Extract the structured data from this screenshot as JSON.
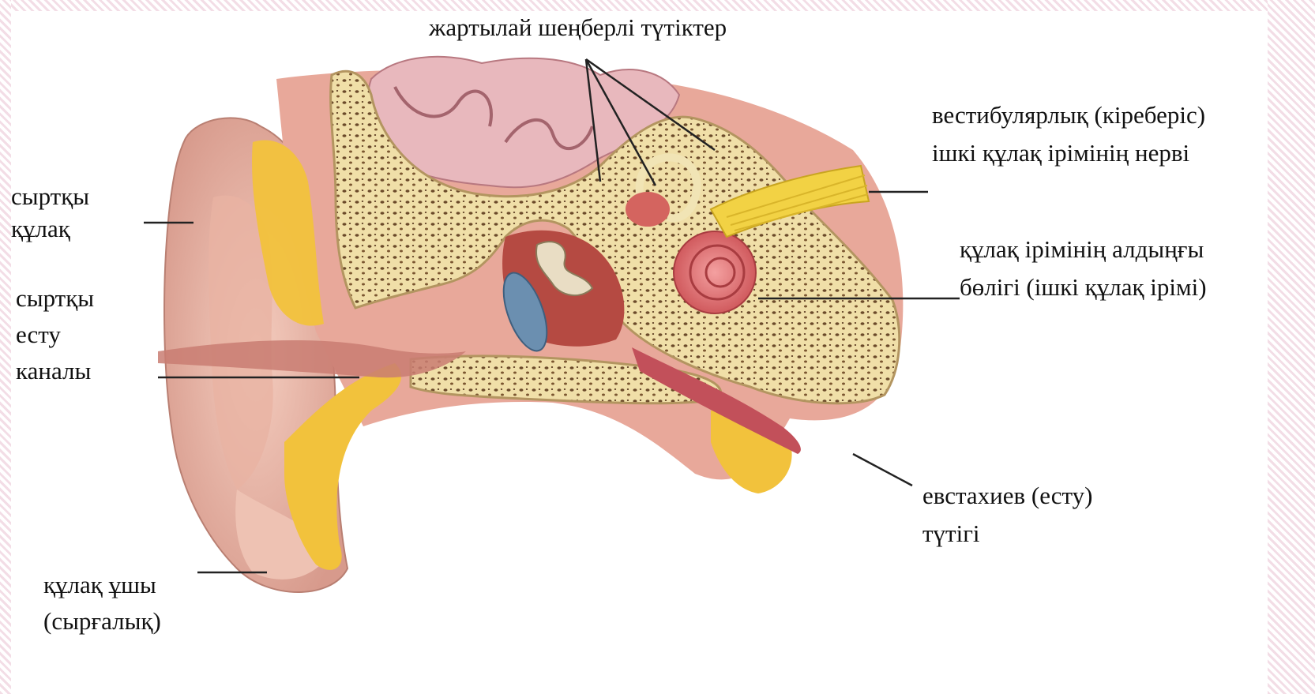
{
  "labels": {
    "semicircular_canals": "жартылай шеңберлі түтіктер",
    "vestibular_nerve": [
      "вестибулярлық (кіреберіс)",
      "ішкі құлақ ірімінің нерві"
    ],
    "outer_ear": [
      "сыртқы",
      "құлақ"
    ],
    "ear_canal": [
      "сыртқы",
      "есту",
      "каналы"
    ],
    "cochlea": [
      "құлақ ірімінің алдыңғы",
      "бөлігі (ішкі құлақ ірімі)"
    ],
    "eustachian_tube": [
      "евстахиев (есту)",
      "түтігі"
    ],
    "earlobe": [
      "құлақ ұшы",
      "(сырғалық)"
    ]
  },
  "colors": {
    "skin": "#e8b4a6",
    "bone": "#f0dfa8",
    "bone_pores": "#6b4a2a",
    "fat": "#f2c23c",
    "cochlea": "#e06a6a",
    "brain": "#d9909a",
    "nerve": "#f2d244",
    "eardrum": "#6b8fb0",
    "leader": "#222222"
  }
}
